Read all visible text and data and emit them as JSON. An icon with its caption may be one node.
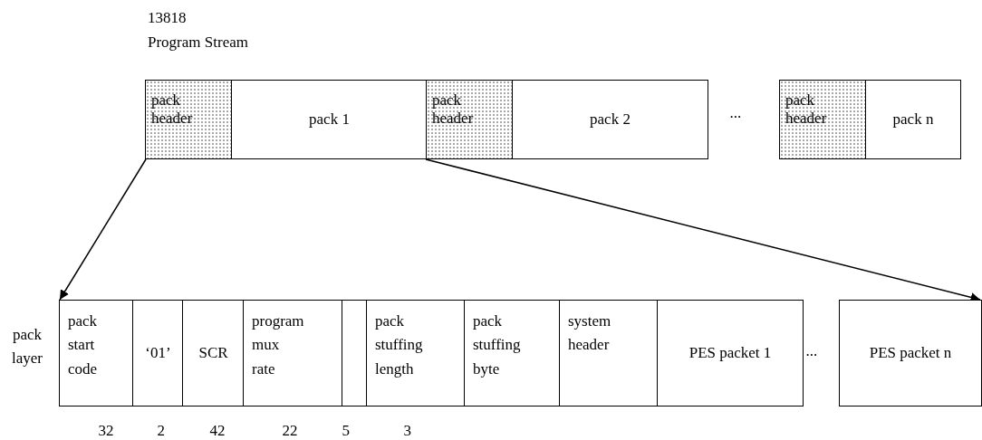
{
  "diagram": {
    "title": "13818 Program Stream",
    "nodes": [
      {
        "text": [
          "pack header"
        ]
      },
      {
        "text": [
          "pack 1"
        ]
      },
      {
        "text": [
          "pack header"
        ]
      },
      {
        "text": [
          "pack 2"
        ]
      },
      {
        "text": [
          "pack header"
        ]
      },
      {
        "text": [
          "pack n"
        ]
      },
      {
        "text": [
          "pack start code"
        ]
      },
      {
        "text": [
          "‘01’"
        ]
      },
      {
        "text": [
          "SCR"
        ]
      },
      {
        "text": [
          "program mux rate"
        ]
      },
      {
        "text": [],
        "shape": "box"
      },
      {
        "text": [
          "pack stuffing length"
        ]
      },
      {
        "text": [
          "pack stuffing byte"
        ]
      },
      {
        "text": [
          "system header"
        ]
      },
      {
        "text": [
          "PES packet 1"
        ]
      },
      {
        "text": [
          "PES packet n"
        ]
      }
    ],
    "edges": [
      {
        "from": 0,
        "to": 6,
        "arrow": "to"
      },
      {
        "from": 1,
        "to": 15,
        "arrow": "to"
      }
    ],
    "labels": [
      "...",
      "pack layer",
      "...",
      "32",
      "2",
      "42",
      "22",
      "5",
      "3"
    ]
  }
}
